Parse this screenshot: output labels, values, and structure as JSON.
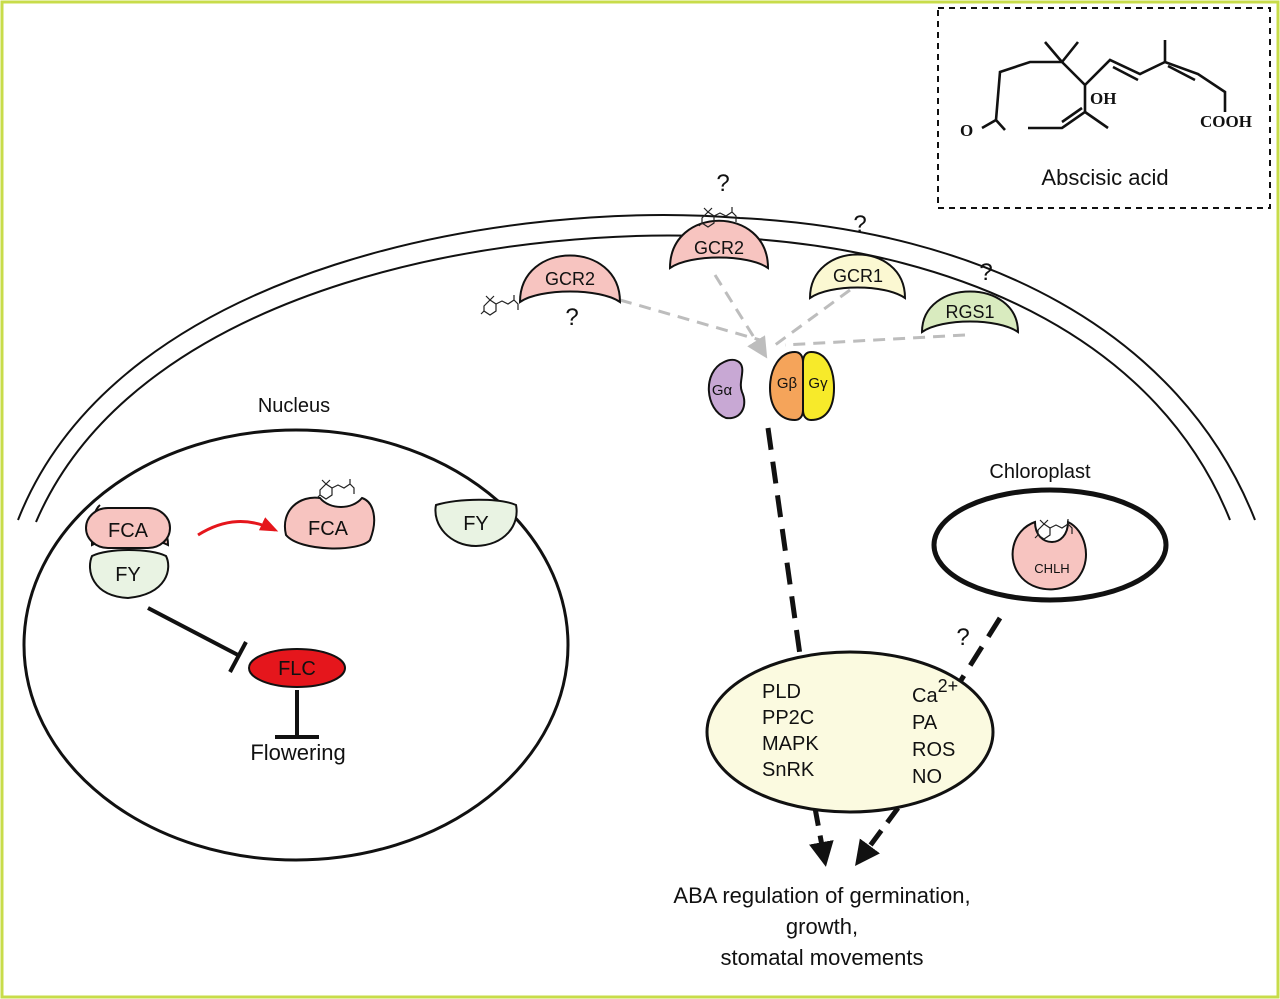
{
  "colors": {
    "frame": "#c8dc4a",
    "gcr2": "#f7c4c0",
    "gcr1": "#fbf8d2",
    "rgs1": "#d9ebbf",
    "galpha": "#c8a8d4",
    "gbeta": "#f5a45a",
    "ggamma": "#f7ea2a",
    "fca": "#f7c4c0",
    "fy": "#e9f3e3",
    "flc": "#e5161c",
    "chlh": "#f7c4c0",
    "effector": "#fbfae0",
    "red_arrow": "#e5161c",
    "gray_arrow": "#bdbdbd"
  },
  "aba_box": {
    "caption": "Abscisic acid",
    "oh": "OH",
    "o": "O",
    "cooh": "COOH"
  },
  "receptors": {
    "gcr2_left": "GCR2",
    "gcr2_top": "GCR2",
    "gcr1": "GCR1",
    "rgs1": "RGS1",
    "q_gcr2_top": "?",
    "q_gcr2_left": "?",
    "q_gcr1": "?",
    "q_rgs1": "?"
  },
  "g_protein": {
    "alpha": "Gα",
    "beta": "Gβ",
    "gamma": "Gγ"
  },
  "nucleus": {
    "label": "Nucleus",
    "fca_complex": "FCA",
    "fy_complex": "FY",
    "fca_bound": "FCA",
    "fy_free": "FY",
    "flc": "FLC",
    "flowering": "Flowering"
  },
  "chloroplast": {
    "label": "Chloroplast",
    "chlh": "CHLH",
    "q": "?"
  },
  "effectors": {
    "left": [
      "PLD",
      "PP2C",
      "MAPK",
      "SnRK"
    ],
    "ca": "Ca",
    "ca_sup": "2+",
    "right": [
      "PA",
      "ROS",
      "NO"
    ]
  },
  "outcome": {
    "lines": [
      "ABA regulation of germination,",
      "growth,",
      "stomatal movements"
    ]
  }
}
